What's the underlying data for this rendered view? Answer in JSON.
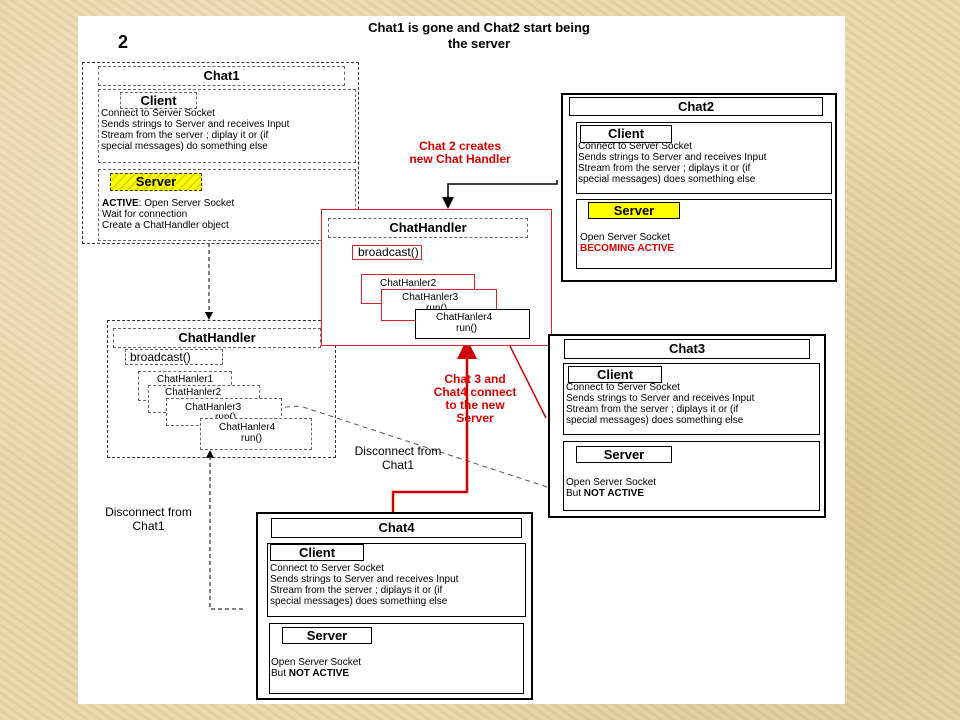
{
  "title_line1": "Chat1 is gone and Chat2 start being",
  "title_line2": "the server",
  "slide_number": "2",
  "chat1": {
    "title": "Chat1",
    "client_label": "Client",
    "client_text": "Connect to Server Socket\nSends strings to Server and receives Input\nStream from the server ; diplay it or (if\nspecial messages) do something else",
    "server_label": "Server",
    "server_active": "ACTIVE",
    "server_line1_rest": ": Open Server Socket",
    "server_line2": "Wait for connection",
    "server_line3": "Create a ChatHandler object"
  },
  "chathandler_old": {
    "title": "ChatHandler",
    "broadcast": "broadcast()",
    "h1": "ChatHanler1",
    "h2": "ChatHanler2",
    "h3": "ChatHanler3",
    "h3_run": "run()",
    "h4": "ChatHanler4",
    "h4_run": "run()"
  },
  "chathandler_new": {
    "title": "ChatHandler",
    "broadcast": "broadcast()",
    "h2": "ChatHanler2",
    "h3": "ChatHanler3",
    "h3_run": "run()",
    "h4": "ChatHanler4",
    "h4_run": "run()"
  },
  "chat2": {
    "title": "Chat2",
    "client_label": "Client",
    "client_text": "Connect to Server Socket\nSends strings to Server and receives Input\nStream from the server ; diplays it or (if\nspecial messages) does something else",
    "server_label": "Server",
    "server_line1": "Open Server Socket",
    "server_line2": "BECOMING ACTIVE"
  },
  "chat3": {
    "title": "Chat3",
    "client_label": "Client",
    "client_text": "Connect to Server Socket\nSends strings to Server and receives Input\nStream from the server ; diplays it or (if\nspecial messages) does something else",
    "server_label": "Server",
    "server_line1": "Open Server Socket",
    "server_line2_pre": "But ",
    "server_line2_bold": "NOT ACTIVE"
  },
  "chat4": {
    "title": "Chat4",
    "client_label": "Client",
    "client_text": "Connect to Server Socket\nSends strings to Server and receives Input\nStream from the server ; diplays it or (if\nspecial messages) does something else",
    "server_label": "Server",
    "server_line1": "Open Server Socket",
    "server_line2_pre": "But ",
    "server_line2_bold": "NOT ACTIVE"
  },
  "annotations": {
    "creates_line1": "Chat 2 creates",
    "creates_line2": "new Chat Handler",
    "connect_line1": "Chat 3 and",
    "connect_line2": "Chat4 connect",
    "connect_line3": "to the new",
    "connect_line4": "Server",
    "disconnect_a_line1": "Disconnect from",
    "disconnect_a_line2": "Chat1",
    "disconnect_b_line1": "Disconnect from",
    "disconnect_b_line2": "Chat1"
  },
  "colors": {
    "arrow_red": "#d00000",
    "server_highlight": "#ffff00",
    "background": "#e9d7a9"
  }
}
